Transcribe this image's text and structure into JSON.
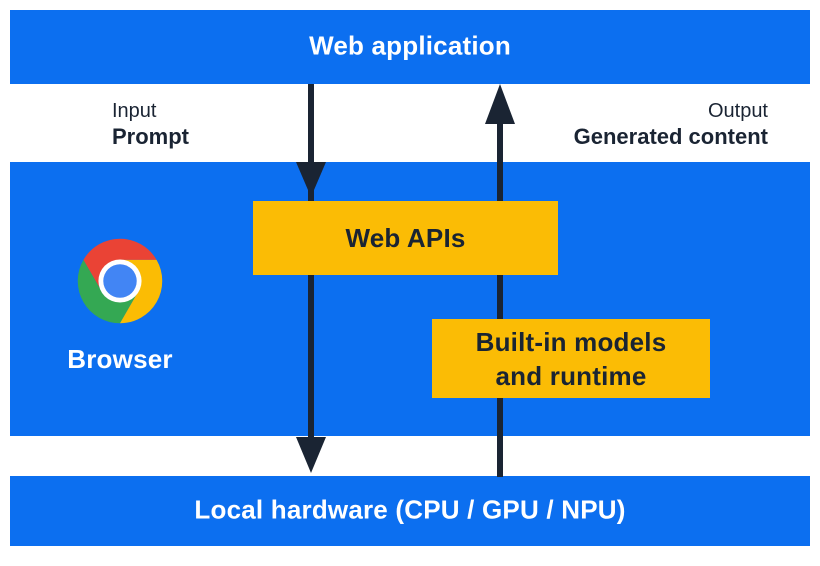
{
  "diagram": {
    "top_bar": {
      "label": "Web application"
    },
    "flow_labels": {
      "input_title": "Input",
      "input_value": "Prompt",
      "output_title": "Output",
      "output_value": "Generated content"
    },
    "browser_panel": {
      "browser_label": "Browser",
      "web_apis_label": "Web APIs",
      "builtin_models_line1": "Built-in models",
      "builtin_models_line2": "and runtime"
    },
    "bottom_bar": {
      "label": "Local hardware (CPU / GPU / NPU)"
    },
    "icons": {
      "chrome_browser": "chrome-browser-icon",
      "down_arrow": "arrow-down-icon",
      "up_arrow": "arrow-up-icon"
    },
    "colors": {
      "panel_blue": "#0C6FF0",
      "accent_gold": "#FBBC05",
      "ink_navy": "#1A2433",
      "text_white": "#FFFFFF",
      "chrome_red": "#EA4335",
      "chrome_yellow": "#FBBC04",
      "chrome_green": "#34A853",
      "chrome_center_blue": "#4285F4"
    }
  }
}
